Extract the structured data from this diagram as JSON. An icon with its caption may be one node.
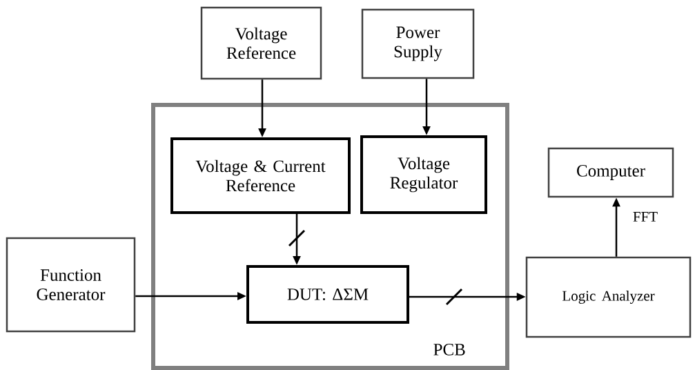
{
  "diagram": {
    "nodes": [
      {
        "text": [
          "Voltage Reference"
        ]
      },
      {
        "text": [
          "Power Supply"
        ]
      },
      {
        "text": [
          "PCB"
        ]
      },
      {
        "text": [
          "Voltage & Current Reference"
        ],
        "in": 2
      },
      {
        "text": [
          "Voltage Regulator"
        ],
        "in": 2
      },
      {
        "text": [
          "DUT: ΔΣM"
        ],
        "in": 2
      },
      {
        "text": [
          "Function Generator"
        ]
      },
      {
        "text": [
          "Logic Analyzer"
        ]
      },
      {
        "text": [
          "Computer"
        ]
      }
    ],
    "edges": [
      {
        "from": 0,
        "to": 3,
        "arrow": "to"
      },
      {
        "from": 1,
        "to": 4,
        "arrow": "to"
      },
      {
        "from": 3,
        "to": 5,
        "arrow": "to"
      },
      {
        "from": 6,
        "to": 5,
        "arrow": "to"
      },
      {
        "from": 5,
        "to": 7,
        "arrow": "to"
      },
      {
        "from": 7,
        "to": 8,
        "arrow": "to",
        "label": "FFT"
      }
    ]
  }
}
